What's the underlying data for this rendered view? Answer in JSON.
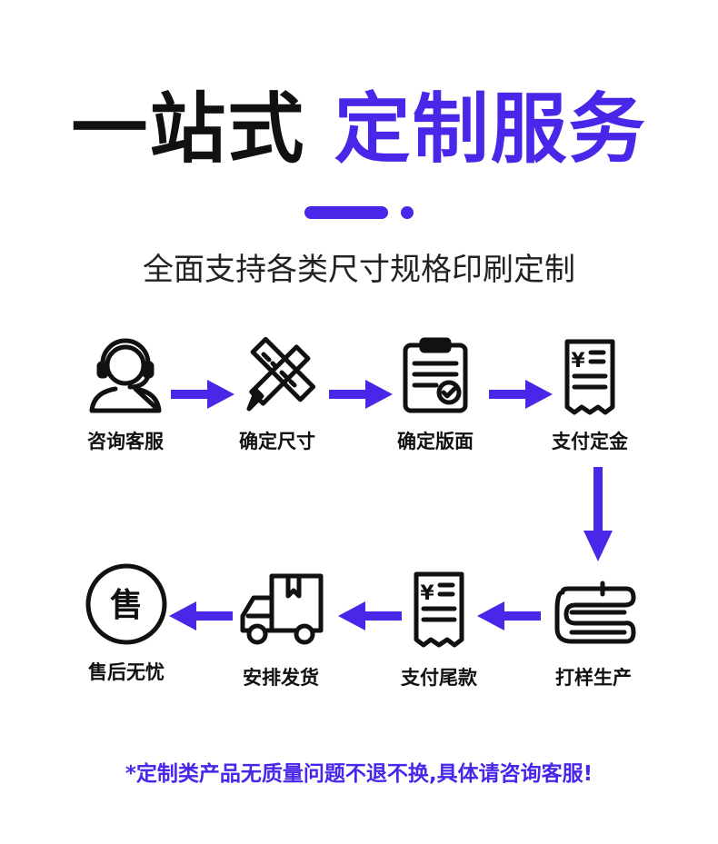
{
  "title": {
    "black_part": "一站式",
    "accent_part": "定制服务"
  },
  "subtitle": "全面支持各类尺寸规格印刷定制",
  "steps": [
    {
      "label": "咨询客服",
      "icon": "headset-agent-icon"
    },
    {
      "label": "确定尺寸",
      "icon": "ruler-pencil-icon"
    },
    {
      "label": "确定版面",
      "icon": "clipboard-check-icon"
    },
    {
      "label": "支付定金",
      "icon": "receipt-yen-icon"
    },
    {
      "label": "打样生产",
      "icon": "fabric-roll-icon"
    },
    {
      "label": "支付尾款",
      "icon": "receipt-yen-icon"
    },
    {
      "label": "安排发货",
      "icon": "delivery-truck-icon"
    },
    {
      "label": "售后无忧",
      "icon": "after-sales-circle-icon",
      "icon_text": "售"
    }
  ],
  "receipt_symbol": "¥",
  "note": "*定制类产品无质量问题不退不换,具体请咨询客服!",
  "colors": {
    "accent": "#4a26e8",
    "ink": "#111111"
  }
}
